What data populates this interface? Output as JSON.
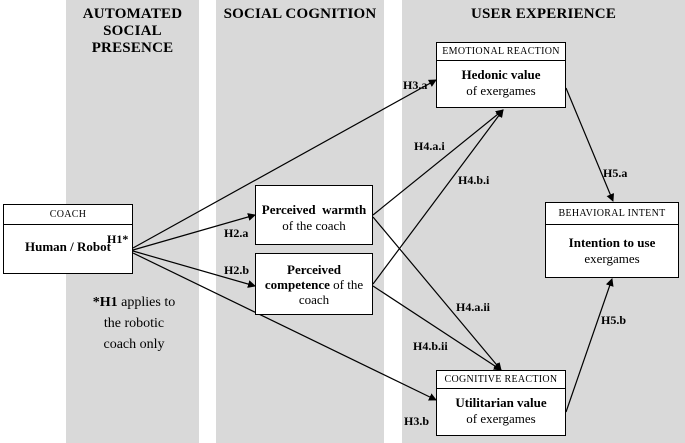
{
  "columns": {
    "automated_social_presence": "AUTOMATED SOCIAL PRESENCE",
    "social_cognition": "SOCIAL COGNITION",
    "user_experience": "USER EXPERIENCE"
  },
  "coach": {
    "title": "COACH",
    "text": "Human / Robot",
    "tag": "H1*"
  },
  "note": {
    "h1": "*H1",
    "line1_rest": " applies to",
    "line2": "the robotic",
    "line3": "coach only"
  },
  "warmth": {
    "bold": "Perceived  warmth",
    "normal": "of the coach"
  },
  "competence": {
    "bold1": "Perceived",
    "bold2": "competence",
    "normal1": " of the",
    "normal2": "coach"
  },
  "emotional": {
    "title": "EMOTIONAL REACTION",
    "bold": "Hedonic value",
    "normal": "of exergames"
  },
  "cognitive": {
    "title": "COGNITIVE REACTION",
    "bold": "Utilitarian value",
    "normal": "of exergames"
  },
  "behavioral": {
    "title": "BEHAVIORAL INTENT",
    "bold": "Intention to use",
    "normal": "exergames"
  },
  "hypotheses": {
    "h3a": "H3.a",
    "h3b": "H3.b",
    "h2a": "H2.a",
    "h2b": "H2.b",
    "h4ai": "H4.a.i",
    "h4bi": "H4.b.i",
    "h4aii": "H4.a.ii",
    "h4bii": "H4.b.ii",
    "h5a": "H5.a",
    "h5b": "H5.b"
  }
}
